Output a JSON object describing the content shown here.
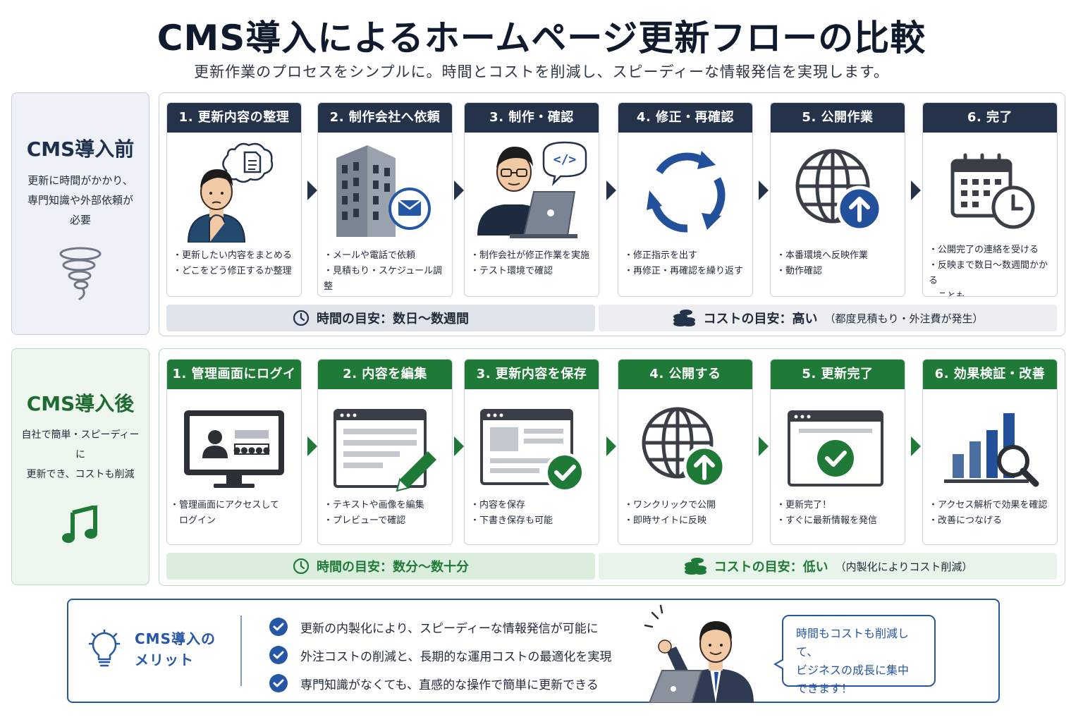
{
  "header": {
    "title": "CMS導入によるホームページ更新フローの比較",
    "subtitle": "更新作業のプロセスをシンプルに。時間とコストを削減し、スピーディーな情報発信を実現します。"
  },
  "colors": {
    "navy": "#24324a",
    "green": "#1f7a37",
    "blue": "#2656a6"
  },
  "before": {
    "label": "CMS導入前",
    "desc_lines": [
      "更新に時間がかかり、",
      "専門知識や外部依頼が",
      "必要"
    ],
    "side_icon": "tornado-icon",
    "steps": [
      {
        "title": "1. 更新内容の整理",
        "icon": "thinking-person-icon",
        "notes": [
          "更新したい内容をまとめる",
          "どこをどう修正するか整理"
        ]
      },
      {
        "title": "2. 制作会社へ依頼",
        "icon": "building-mail-icon",
        "notes": [
          "メールや電話で依頼",
          "見積もり・スケジュール調整"
        ]
      },
      {
        "title": "3. 制作・確認",
        "icon": "developer-laptop-icon",
        "notes": [
          "制作会社が修正作業を実施",
          "テスト環境で確認"
        ]
      },
      {
        "title": "4. 修正・再確認",
        "icon": "cycle-arrows-icon",
        "notes": [
          "修正指示を出す",
          "再修正・再確認を繰り返す"
        ]
      },
      {
        "title": "5. 公開作業",
        "icon": "globe-upload-icon",
        "notes": [
          "本番環境へ反映作業",
          "動作確認"
        ]
      },
      {
        "title": "6. 完了",
        "icon": "calendar-clock-icon",
        "notes": [
          "公開完了の連絡を受ける",
          "反映まで数日～数週間かかる",
          "ことも"
        ]
      }
    ],
    "time_label": "時間の目安：数日～数週間",
    "cost_label": "コストの目安：高い",
    "cost_note": "（都度見積もり・外注費が発生）"
  },
  "after": {
    "label": "CMS導入後",
    "desc_lines": [
      "自社で簡単・スピーディーに",
      "更新でき、コストも削減"
    ],
    "side_icon": "music-note-icon",
    "steps": [
      {
        "title": "1. 管理画面にログイン",
        "icon": "login-monitor-icon",
        "notes": [
          "管理画面にアクセスして",
          "ログイン"
        ]
      },
      {
        "title": "2. 内容を編集",
        "icon": "edit-window-icon",
        "notes": [
          "テキストや画像を編集",
          "プレビューで確認"
        ]
      },
      {
        "title": "3. 更新内容を保存",
        "icon": "save-check-icon",
        "notes": [
          "内容を保存",
          "下書き保存も可能"
        ]
      },
      {
        "title": "4. 公開する",
        "icon": "globe-upload-icon",
        "notes": [
          "ワンクリックで公開",
          "即時サイトに反映"
        ]
      },
      {
        "title": "5. 更新完了",
        "icon": "browser-check-icon",
        "notes": [
          "更新完了！",
          "すぐに最新情報を発信"
        ]
      },
      {
        "title": "6. 効果検証・改善",
        "icon": "chart-search-icon",
        "notes": [
          "アクセス解析で効果を確認",
          "改善につなげる"
        ]
      }
    ],
    "time_label": "時間の目安：数分～数十分",
    "cost_label": "コストの目安：低い",
    "cost_note": "（内製化によりコスト削減）"
  },
  "benefits": {
    "title_lines": [
      "CMS導入の",
      "メリット"
    ],
    "items": [
      "更新の内製化により、スピーディーな情報発信が可能に",
      "外注コストの削減と、長期的な運用コストの最適化を実現",
      "専門知識がなくても、直感的な操作で簡単に更新できる"
    ],
    "speech_lines": [
      "時間もコストも削減して、",
      "ビジネスの成長に集中",
      "できます！"
    ]
  }
}
